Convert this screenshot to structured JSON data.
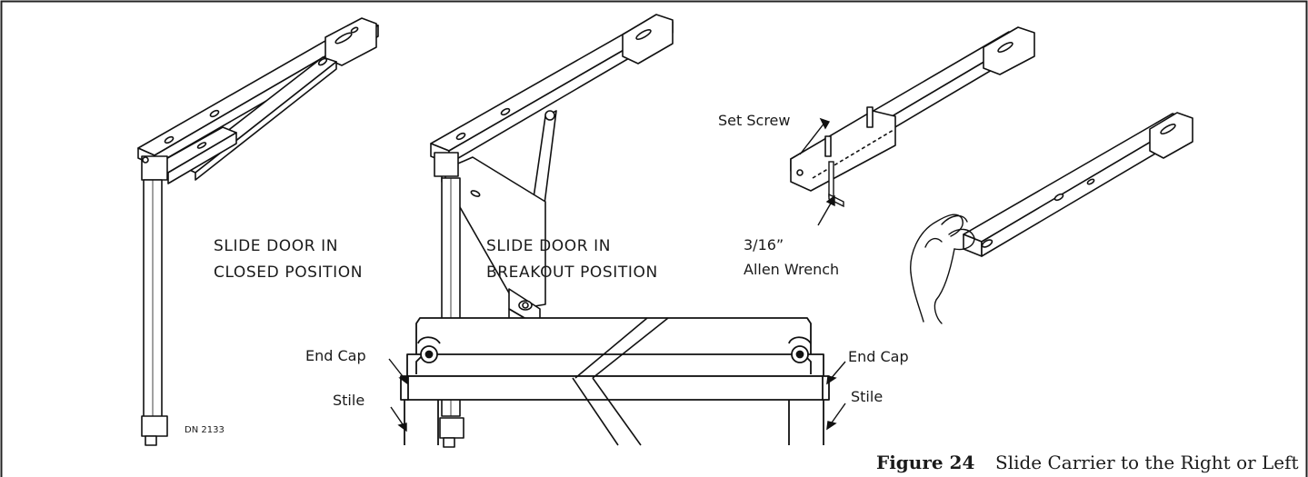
{
  "labels": {
    "closed_line1": "SLIDE DOOR IN",
    "closed_line2": "CLOSED POSITION",
    "breakout_line1": "SLIDE DOOR IN",
    "breakout_line2": "BREAKOUT POSITION",
    "set_screw": "Set Screw",
    "wrench_size": "3/16”",
    "wrench_name": "Allen Wrench",
    "end_cap_left": "End Cap",
    "stile_left": "Stile",
    "end_cap_right": "End Cap",
    "stile_right": "Stile",
    "drawing_number": "DN 2133"
  },
  "caption": {
    "figure": "Figure 24",
    "text": "Slide Carrier to the Right or Left"
  }
}
